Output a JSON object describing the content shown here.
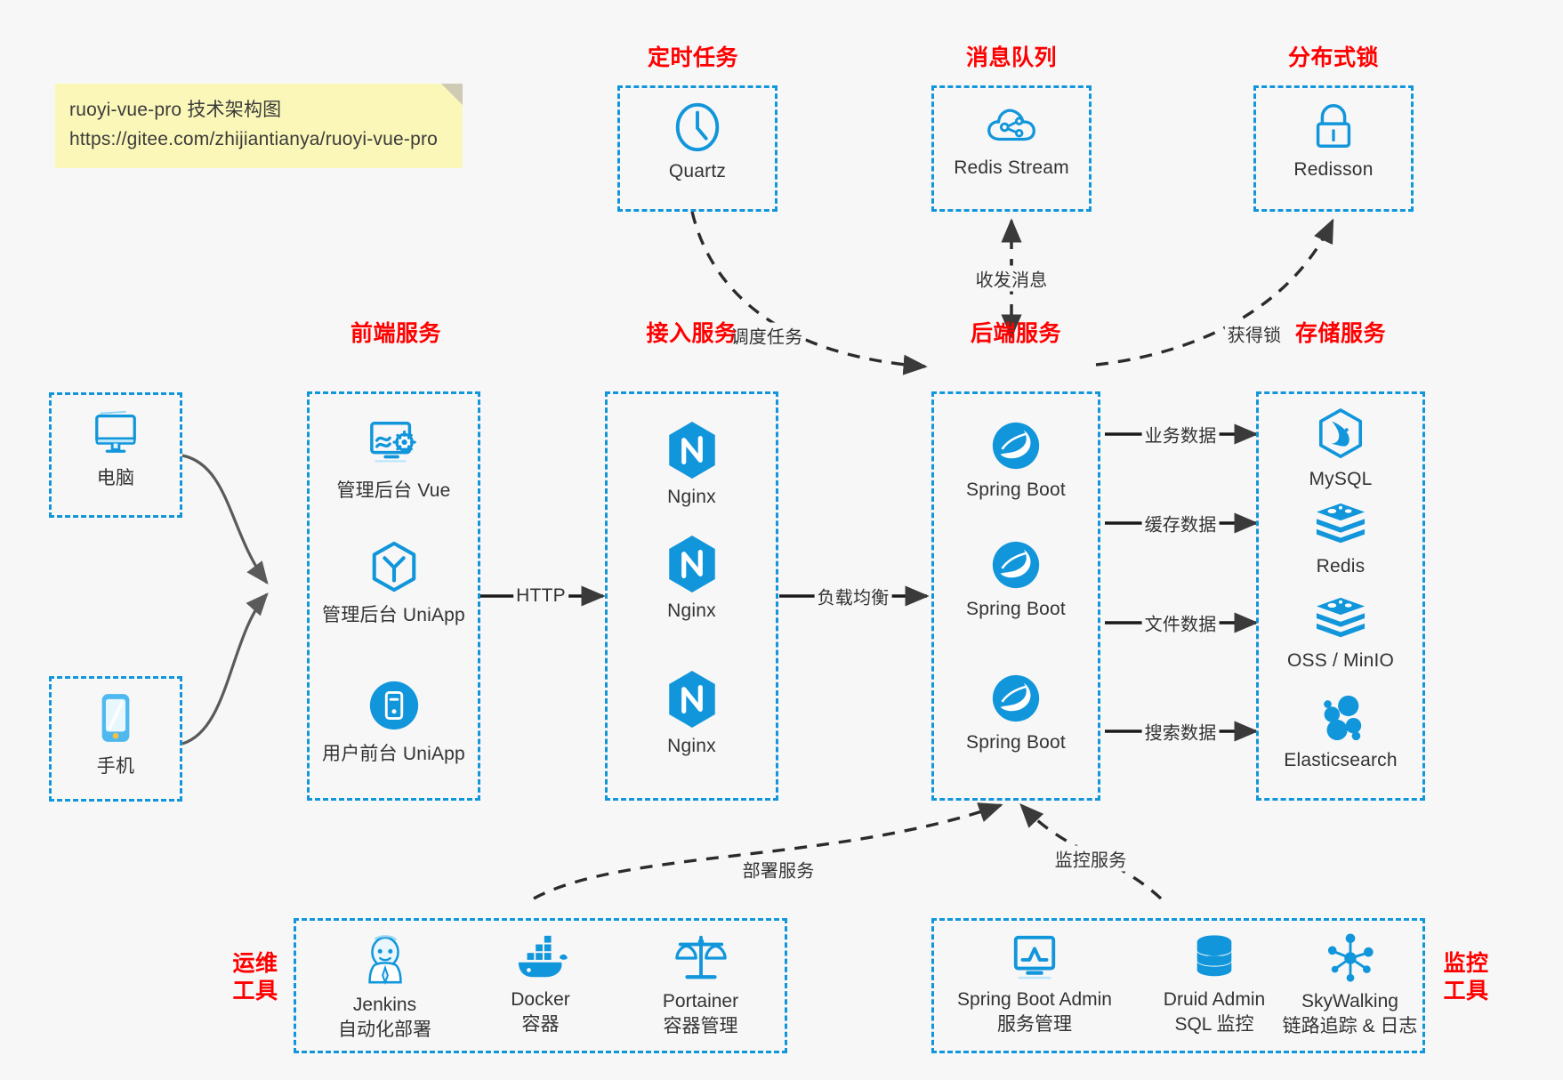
{
  "note": {
    "line1": "ruoyi-vue-pro 技术架构图",
    "line2": "https://gitee.com/zhijiantianya/ruoyi-vue-pro"
  },
  "colors": {
    "accent": "#1296db",
    "group_title": "#ff0000",
    "background": "#f7f7f7",
    "note_bg": "#fbf7b8",
    "edge": "#4d4d4d",
    "text": "#333333"
  },
  "groups": {
    "scheduled_task": {
      "title": "定时任务"
    },
    "message_queue": {
      "title": "消息队列"
    },
    "distributed_lock": {
      "title": "分布式锁"
    },
    "frontend_service": {
      "title": "前端服务"
    },
    "gateway_service": {
      "title": "接入服务"
    },
    "backend_service": {
      "title": "后端服务"
    },
    "storage_service": {
      "title": "存储服务"
    },
    "devops_tools": {
      "title": "运维\n工具"
    },
    "monitor_tools": {
      "title": "监控\n工具"
    }
  },
  "nodes": {
    "quartz": {
      "label": "Quartz",
      "icon": "clock-icon"
    },
    "redis_stream": {
      "label": "Redis Stream",
      "icon": "cloud-network-icon"
    },
    "redisson": {
      "label": "Redisson",
      "icon": "lock-icon"
    },
    "computer": {
      "label": "电脑",
      "icon": "desktop-monitor-icon"
    },
    "phone": {
      "label": "手机",
      "icon": "smartphone-icon"
    },
    "admin_vue": {
      "label": "管理后台 Vue",
      "icon": "dashboard-gear-icon"
    },
    "admin_uniapp": {
      "label": "管理后台 UniApp",
      "icon": "uniapp-cube-icon"
    },
    "user_uniapp": {
      "label": "用户前台 UniApp",
      "icon": "mobile-app-icon"
    },
    "nginx_1": {
      "label": "Nginx",
      "icon": "nginx-icon"
    },
    "nginx_2": {
      "label": "Nginx",
      "icon": "nginx-icon"
    },
    "nginx_3": {
      "label": "Nginx",
      "icon": "nginx-icon"
    },
    "spring_boot_1": {
      "label": "Spring Boot",
      "icon": "spring-boot-icon"
    },
    "spring_boot_2": {
      "label": "Spring Boot",
      "icon": "spring-boot-icon"
    },
    "spring_boot_3": {
      "label": "Spring Boot",
      "icon": "spring-boot-icon"
    },
    "mysql": {
      "label": "MySQL",
      "icon": "mysql-icon"
    },
    "redis": {
      "label": "Redis",
      "icon": "redis-icon"
    },
    "oss_minio": {
      "label": "OSS / MinIO",
      "icon": "oss-minio-icon"
    },
    "elasticsearch": {
      "label": "Elasticsearch",
      "icon": "elasticsearch-icon"
    },
    "jenkins": {
      "label": "Jenkins",
      "sublabel": "自动化部署",
      "icon": "jenkins-icon"
    },
    "docker": {
      "label": "Docker",
      "sublabel": "容器",
      "icon": "docker-icon"
    },
    "portainer": {
      "label": "Portainer",
      "sublabel": "容器管理",
      "icon": "portainer-scales-icon"
    },
    "spring_boot_admin": {
      "label": "Spring Boot Admin",
      "sublabel": "服务管理",
      "icon": "monitor-chart-icon"
    },
    "druid_admin": {
      "label": "Druid Admin",
      "sublabel": "SQL 监控",
      "icon": "database-icon"
    },
    "skywalking": {
      "label": "SkyWalking",
      "sublabel": "链路追踪 & 日志",
      "icon": "skywalking-node-icon"
    }
  },
  "edges": [
    {
      "name": "quartz-to-backend",
      "label": "调度任务",
      "style": "dashed"
    },
    {
      "name": "backend-to-mq",
      "label": "收发消息",
      "style": "dashed-bidirectional"
    },
    {
      "name": "backend-to-lock",
      "label": "获得锁",
      "style": "dashed"
    },
    {
      "name": "frontend-to-gateway",
      "label": "HTTP",
      "style": "solid"
    },
    {
      "name": "gateway-to-backend",
      "label": "负载均衡",
      "style": "solid"
    },
    {
      "name": "backend-to-mysql",
      "label": "业务数据",
      "style": "solid"
    },
    {
      "name": "backend-to-redis",
      "label": "缓存数据",
      "style": "solid"
    },
    {
      "name": "backend-to-oss",
      "label": "文件数据",
      "style": "solid"
    },
    {
      "name": "backend-to-es",
      "label": "搜索数据",
      "style": "solid"
    },
    {
      "name": "devops-to-backend",
      "label": "部署服务",
      "style": "dashed"
    },
    {
      "name": "monitor-to-backend",
      "label": "监控服务",
      "style": "dashed"
    },
    {
      "name": "computer-to-frontend",
      "label": "",
      "style": "curve"
    },
    {
      "name": "phone-to-frontend",
      "label": "",
      "style": "curve"
    }
  ]
}
